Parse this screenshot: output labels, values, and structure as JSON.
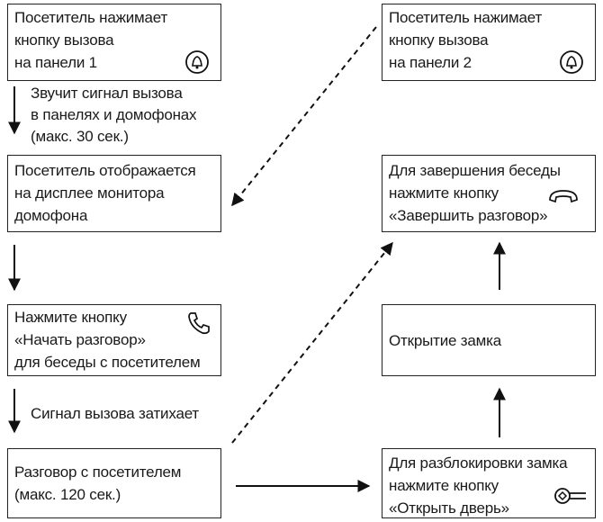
{
  "boxes": {
    "panel1_call": "Посетитель нажимает\nкнопку вызова\nна панели 1",
    "panel2_call": "Посетитель нажимает\nкнопку вызова\nна панели 2",
    "visitor_display": "Посетитель отображается\nна дисплее монитора\nдомофона",
    "end_talk": "Для завершения беседы\nнажмите кнопку\n«Завершить разговор»",
    "start_talk": "Нажмите кнопку\n«Начать разговор»\nдля беседы с посетителем",
    "unlock": "Открытие замка",
    "conversation": "Разговор с посетителем\n(макс. 120 сек.)",
    "open_door": "Для разблокировки замка\nнажмите кнопку\n«Открыть дверь»"
  },
  "notes": {
    "ring": "Звучит сигнал вызова\nв панелях и домофонах\n(макс. 30 сек.)",
    "ring_fades": "Сигнал вызова затихает"
  },
  "icons": {
    "panel1": "bell-icon",
    "panel2": "bell-icon",
    "end_talk": "hang-up-handset-icon",
    "start_talk": "phone-icon",
    "open_door": "key-icon"
  }
}
